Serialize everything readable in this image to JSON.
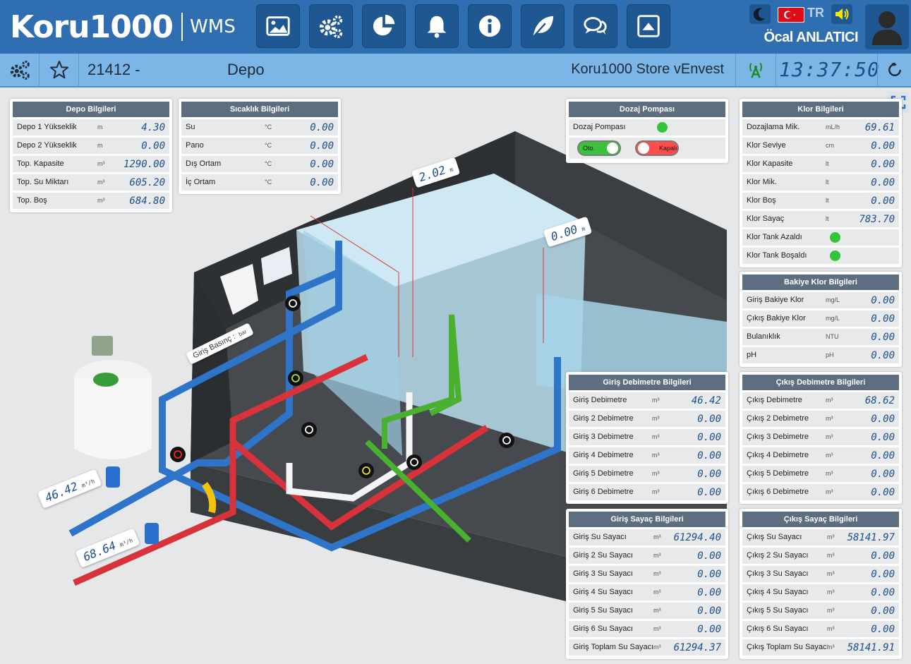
{
  "app": {
    "brand": "Koru1000",
    "product": "WMS",
    "lang_code": "TR",
    "user_name": "Öcal ANLATICI",
    "nav_icons": [
      "image-icon",
      "gears-icon",
      "pie-chart-icon",
      "bell-icon",
      "info-icon",
      "leaf-icon",
      "chat-icon",
      "window-up-icon"
    ]
  },
  "subbar": {
    "station_id": "21412 -",
    "station_name": "Depo",
    "store_name": "Koru1000 Store vEnvest",
    "clock": "13:37:50"
  },
  "panels": {
    "depo": {
      "title": "Depo Bilgileri",
      "rows": [
        {
          "label": "Depo 1 Yükseklik",
          "unit": "m",
          "value": "4.30"
        },
        {
          "label": "Depo 2 Yükseklik",
          "unit": "m",
          "value": "0.00"
        },
        {
          "label": "Top. Kapasite",
          "unit": "m³",
          "value": "1290.00"
        },
        {
          "label": "Top. Su Miktarı",
          "unit": "m³",
          "value": "605.20"
        },
        {
          "label": "Top. Boş",
          "unit": "m³",
          "value": "684.80"
        }
      ]
    },
    "sicaklik": {
      "title": "Sıcaklık Bilgileri",
      "rows": [
        {
          "label": "Su",
          "unit": "°C",
          "value": "0.00"
        },
        {
          "label": "Pano",
          "unit": "°C",
          "value": "0.00"
        },
        {
          "label": "Dış Ortam",
          "unit": "°C",
          "value": "0.00"
        },
        {
          "label": "İç Ortam",
          "unit": "°C",
          "value": "0.00"
        }
      ]
    },
    "dozaj": {
      "title": "Dozaj Pompası",
      "row_label": "Dozaj Pompası",
      "status_color": "#34c437",
      "auto_label": "Oto.",
      "closed_label": "Kapalı"
    },
    "klor": {
      "title": "Klor Bilgileri",
      "rows": [
        {
          "label": "Dozajlama Mik.",
          "unit": "mL/h",
          "value": "69.61"
        },
        {
          "label": "Klor Seviye",
          "unit": "cm",
          "value": "0.00"
        },
        {
          "label": "Klor Kapasite",
          "unit": "lt",
          "value": "0.00"
        },
        {
          "label": "Klor Mik.",
          "unit": "lt",
          "value": "0.00"
        },
        {
          "label": "Klor Boş",
          "unit": "lt",
          "value": "0.00"
        },
        {
          "label": "Klor Sayaç",
          "unit": "lt",
          "value": "783.70"
        }
      ],
      "status_rows": [
        {
          "label": "Klor Tank Azaldı",
          "color": "#34c437"
        },
        {
          "label": "Klor Tank Boşaldı",
          "color": "#34c437"
        }
      ]
    },
    "bakiye": {
      "title": "Bakiye Klor Bilgileri",
      "rows": [
        {
          "label": "Giriş Bakiye Klor",
          "unit": "mg/L",
          "value": "0.00"
        },
        {
          "label": "Çıkış Bakiye Klor",
          "unit": "mg/L",
          "value": "0.00"
        },
        {
          "label": "Bulanıklık",
          "unit": "NTU",
          "value": "0.00"
        },
        {
          "label": "pH",
          "unit": "pH",
          "value": "0.00"
        }
      ]
    },
    "giris_debi": {
      "title": "Giriş Debimetre Bilgileri",
      "rows": [
        {
          "label": "Giriş Debimetre",
          "unit": "m³",
          "value": "46.42"
        },
        {
          "label": "Giriş 2 Debimetre",
          "unit": "m³",
          "value": "0.00"
        },
        {
          "label": "Giriş 3 Debimetre",
          "unit": "m³",
          "value": "0.00"
        },
        {
          "label": "Giriş 4 Debimetre",
          "unit": "m³",
          "value": "0.00"
        },
        {
          "label": "Giriş 5 Debimetre",
          "unit": "m³",
          "value": "0.00"
        },
        {
          "label": "Giriş 6 Debimetre",
          "unit": "m³",
          "value": "0.00"
        }
      ]
    },
    "cikis_debi": {
      "title": "Çıkış Debimetre Bilgileri",
      "rows": [
        {
          "label": "Çıkış Debimetre",
          "unit": "m³",
          "value": "68.62"
        },
        {
          "label": "Çıkış 2 Debimetre",
          "unit": "m³",
          "value": "0.00"
        },
        {
          "label": "Çıkış 3 Debimetre",
          "unit": "m³",
          "value": "0.00"
        },
        {
          "label": "Çıkış 4 Debimetre",
          "unit": "m³",
          "value": "0.00"
        },
        {
          "label": "Çıkış 5 Debimetre",
          "unit": "m³",
          "value": "0.00"
        },
        {
          "label": "Çıkış 6 Debimetre",
          "unit": "m³",
          "value": "0.00"
        }
      ]
    },
    "giris_sayac": {
      "title": "Giriş Sayaç Bilgileri",
      "rows": [
        {
          "label": "Giriş Su Sayacı",
          "unit": "m³",
          "value": "61294.40"
        },
        {
          "label": "Giriş 2 Su Sayacı",
          "unit": "m³",
          "value": "0.00"
        },
        {
          "label": "Giriş 3 Su Sayacı",
          "unit": "m³",
          "value": "0.00"
        },
        {
          "label": "Giriş 4 Su Sayacı",
          "unit": "m³",
          "value": "0.00"
        },
        {
          "label": "Giriş 5 Su Sayacı",
          "unit": "m³",
          "value": "0.00"
        },
        {
          "label": "Giriş 6 Su Sayacı",
          "unit": "m³",
          "value": "0.00"
        },
        {
          "label": "Giriş Toplam Su Sayacı",
          "unit": "m³",
          "value": "61294.37"
        }
      ]
    },
    "cikis_sayac": {
      "title": "Çıkış Sayaç Bilgileri",
      "rows": [
        {
          "label": "Çıkış Su Sayacı",
          "unit": "m³",
          "value": "58141.97"
        },
        {
          "label": "Çıkış 2 Su Sayacı",
          "unit": "m³",
          "value": "0.00"
        },
        {
          "label": "Çıkış 3 Su Sayacı",
          "unit": "m³",
          "value": "0.00"
        },
        {
          "label": "Çıkış 4 Su Sayacı",
          "unit": "m³",
          "value": "0.00"
        },
        {
          "label": "Çıkış 5 Su Sayacı",
          "unit": "m³",
          "value": "0.00"
        },
        {
          "label": "Çıkış 6 Su Sayacı",
          "unit": "m³",
          "value": "0.00"
        },
        {
          "label": "Çıkış Toplam Su Sayacı",
          "unit": "m³",
          "value": "58141.91"
        }
      ]
    }
  },
  "scene": {
    "level1": {
      "value": "2.02",
      "unit": "m"
    },
    "level2": {
      "value": "0.00",
      "unit": "m"
    },
    "pressure": {
      "label": "Giriş Basınç :",
      "unit": "bar"
    },
    "flow_in": {
      "value": "46.42",
      "unit": "m³/h"
    },
    "flow_out": {
      "value": "68.64",
      "unit": "m³/h"
    }
  }
}
